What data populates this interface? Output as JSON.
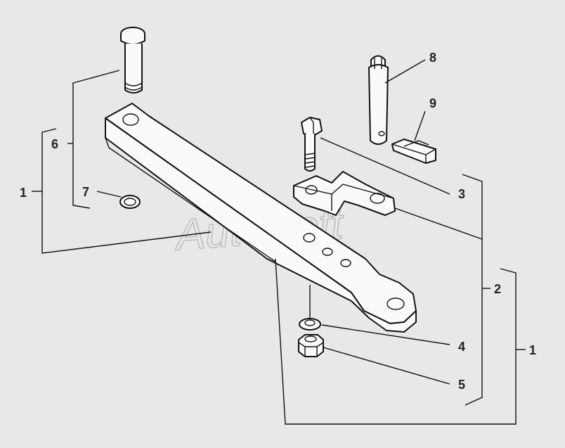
{
  "watermark": "AutoSoft",
  "callouts": {
    "c1_left": "1",
    "c6": "6",
    "c7": "7",
    "c8": "8",
    "c9": "9",
    "c3": "3",
    "c2": "2",
    "c1_right": "1",
    "c4": "4",
    "c5": "5"
  },
  "colors": {
    "background": "#e8e8e8",
    "outline": "#111111",
    "part_fill": "#fafafa",
    "watermark": "#b8b8b8"
  }
}
